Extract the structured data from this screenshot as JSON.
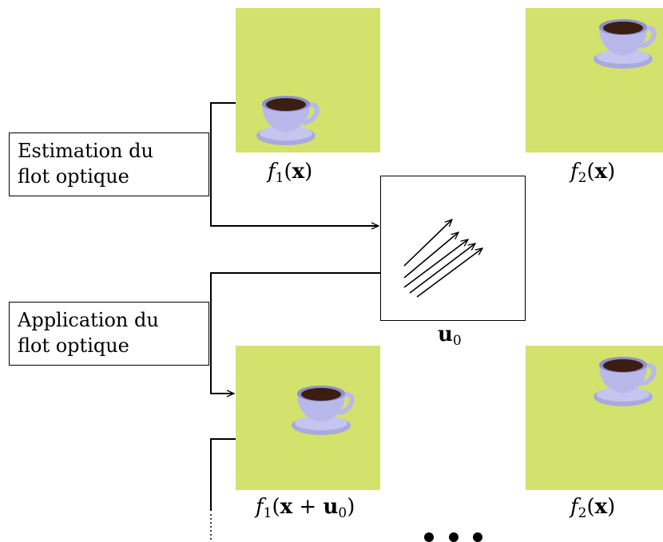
{
  "boxes": {
    "estimation": {
      "line1": "Estimation du",
      "line2": "flot optique"
    },
    "application": {
      "line1": "Application du",
      "line2": "flot optique"
    }
  },
  "labels": {
    "f1_top": {
      "f": "f",
      "sub": "1",
      "arg": "x"
    },
    "f2_top": {
      "f": "f",
      "sub": "2",
      "arg": "x"
    },
    "u0": {
      "u": "u",
      "sub": "0"
    },
    "f1_bottom": {
      "f": "f",
      "sub": "1",
      "arg": "x",
      "plus": " + ",
      "u": "u",
      "usub": "0"
    },
    "f2_bottom": {
      "f": "f",
      "sub": "2",
      "arg": "x"
    }
  },
  "colors": {
    "panel": "#d3e26d",
    "cup": "#b8b9ea",
    "coffee": "#3b1d12",
    "line": "#000000"
  },
  "icons": {
    "cup": "coffee-cup-icon",
    "flow": "flow-arrows-icon",
    "ellipsis": "ellipsis-icon"
  }
}
